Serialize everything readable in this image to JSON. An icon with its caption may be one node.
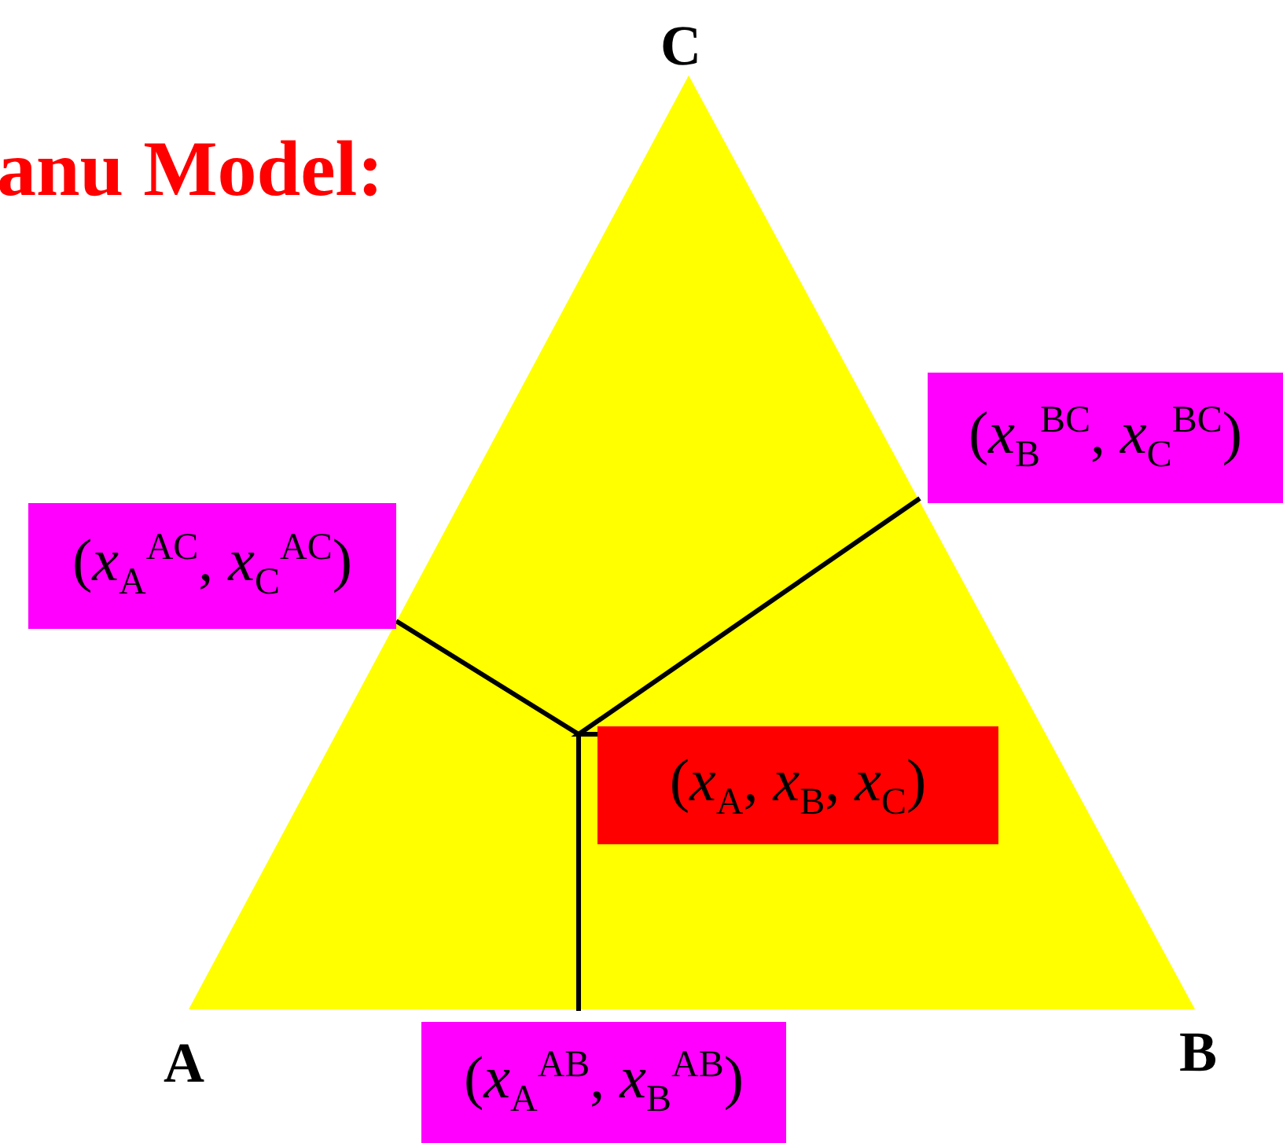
{
  "diagram": {
    "title": "anu Model:",
    "nodes": [
      {
        "text": [
          "(*x*$_{A}$, *x*$_{B}$, *x*$_{C}$)"
        ]
      },
      {
        "text": [
          "(*x*$_{A}$$^{AC}$, *x*$_{C}$$^{AC}$)"
        ]
      },
      {
        "text": [
          "(*x*$_{B}$$^{BC}$, *x*$_{C}$$^{BC}$)"
        ]
      },
      {
        "text": [
          "(*x*$_{A}$$^{AB}$, *x*$_{B}$$^{AB}$)"
        ]
      }
    ],
    "edges": [
      {
        "from": 0,
        "to": 1,
        "arrow": "none"
      },
      {
        "from": 0,
        "to": 2,
        "arrow": "none"
      },
      {
        "from": 0,
        "to": 3,
        "arrow": "none"
      }
    ],
    "labels": [
      "C",
      "A",
      "B"
    ]
  }
}
